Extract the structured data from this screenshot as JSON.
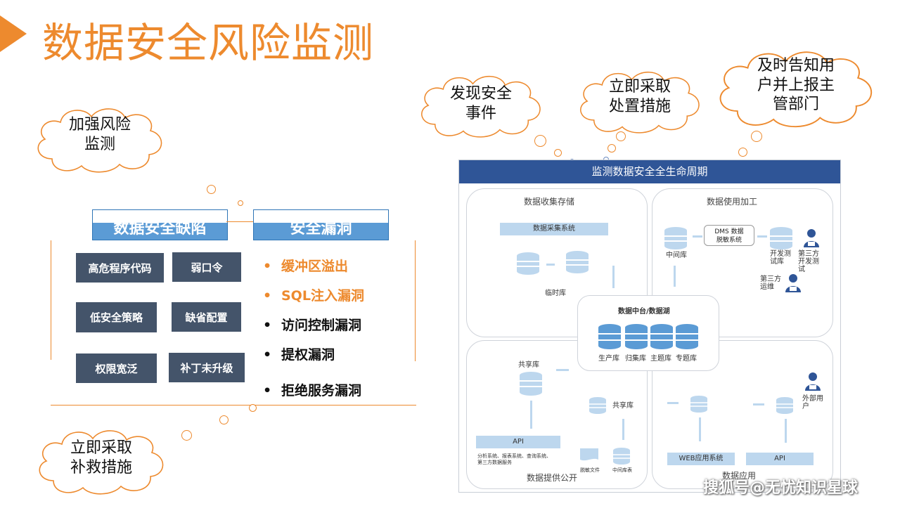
{
  "title": "数据安全风险监测",
  "clouds": {
    "strengthen": "加强风险\n监测",
    "remediate": "立即采取\n补救措施",
    "discover": "发现安全\n事件",
    "measures": "立即采取\n处置措施",
    "report": "及时告知用\n户并上报主\n管部门"
  },
  "left_section": {
    "defects_header": "数据安全缺陷",
    "vulns_header": "安全漏洞",
    "defects": [
      "高危程序代码",
      "弱口令",
      "低安全策略",
      "缺省配置",
      "权限宽泛",
      "补丁未升级"
    ],
    "vulns": [
      {
        "text": "缓冲区溢出",
        "color": "#ED8A2E"
      },
      {
        "text": "SQL注入漏洞",
        "color": "#ED8A2E"
      },
      {
        "text": "访问控制漏洞",
        "color": "#111111"
      },
      {
        "text": "提权漏洞",
        "color": "#111111"
      },
      {
        "text": "拒绝服务漏洞",
        "color": "#111111"
      }
    ],
    "bullet": "•"
  },
  "diagram": {
    "header": "监测数据安全全生命周期",
    "collect": {
      "title": "数据收集存储",
      "system": "数据采集系统",
      "temp": "临时库"
    },
    "use": {
      "title": "数据使用加工",
      "middle": "中间库",
      "dms": "DMS 数据\n脱敏系统",
      "devtest": "开发测\n试库",
      "third_dev": "第三方\n开发测\n试",
      "third_ops": "第三方\n运维"
    },
    "hub": {
      "title": "数据中台/数据湖",
      "dbs": [
        "生产库",
        "归集库",
        "主题库",
        "专题库"
      ]
    },
    "provide": {
      "title": "数据提供公开",
      "shared1": "共享库",
      "shared2": "共享库",
      "api": "API",
      "systems": "分析系统、报表系统、查询系统、\n第三方数据服务",
      "file": "脱敏文件",
      "report": "中间库表"
    },
    "apply": {
      "title": "数据应用",
      "external": "外部用\n户",
      "web": "WEB应用系统",
      "api": "API"
    }
  },
  "watermark": "搜狐号@无忧知识星球"
}
